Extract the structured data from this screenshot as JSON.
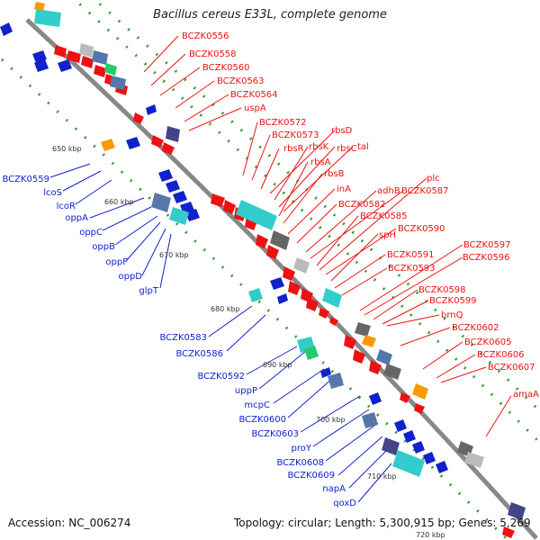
{
  "genome_title": "Bacillus cereus E33L, complete genome",
  "footer": {
    "accession": "Accession: NC_006274",
    "summary": "Topology: circular; Length: 5,300,915 bp; Genes: 5,269"
  },
  "colors": {
    "forward_gene": "#ee1111",
    "reverse_gene": "#1122cc",
    "cyan_gene": "#33cccc",
    "slate_gene": "#5577aa",
    "gray_gene": "#888888",
    "orange_gene": "#ff9900",
    "green_gene": "#22cc66",
    "tick": "#339933",
    "backbone": "#888888"
  },
  "scale_labels": [
    "650 kbp",
    "660 kbp",
    "670 kbp",
    "680 kbp",
    "690 kbp",
    "700 kbp",
    "710 kbp",
    "720 kbp"
  ],
  "forward_labels": [
    "BCZK0556",
    "BCZK0558",
    "BCZK0560",
    "BCZK0563",
    "BCZK0564",
    "uspA",
    "BCZK0572",
    "BCZK0573",
    "rbsD",
    "rbsR",
    "rbsK",
    "rbsC",
    "tal",
    "rbsA",
    "rbsB",
    "inA",
    "adhB",
    "BCZK0587",
    "BCZK0582",
    "BCZK0585",
    "plc",
    "BCZK0590",
    "spH",
    "BCZK0591",
    "BCZK0597",
    "BCZK0593",
    "BCZK0596",
    "BCZK0598",
    "BCZK0599",
    "brnQ",
    "BCZK0602",
    "BCZK0605",
    "BCZK0606",
    "BCZK0607",
    "amaA"
  ],
  "reverse_labels": [
    "BCZK0559",
    "lcoS",
    "lcoR",
    "oppA",
    "oppC",
    "oppB",
    "oppF",
    "oppD",
    "glpT",
    "BCZK0583",
    "BCZK0586",
    "BCZK0592",
    "uppP",
    "mcpC",
    "BCZK0600",
    "BCZK0603",
    "proY",
    "BCZK0608",
    "BCZK0609",
    "napA",
    "qoxD"
  ]
}
